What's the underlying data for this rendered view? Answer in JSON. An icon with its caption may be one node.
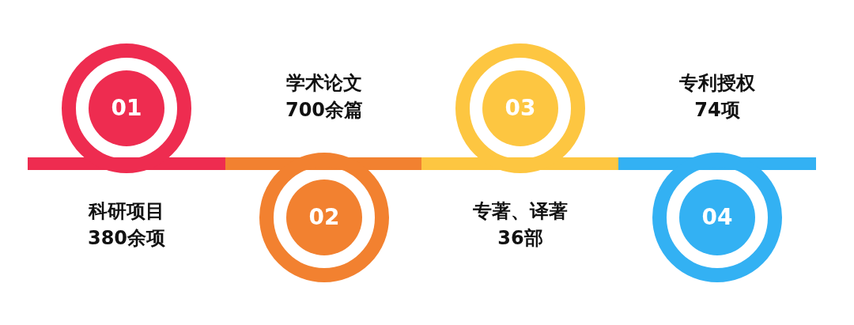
{
  "diagram": {
    "nodes": [
      {
        "text": [
          "01"
        ],
        "beside": [
          "科研项目",
          "380余项"
        ]
      },
      {
        "text": [
          "02"
        ],
        "beside": [
          "学术论文",
          "700余篇"
        ]
      },
      {
        "text": [
          "03"
        ],
        "beside": [
          "专著、译著",
          "36部"
        ]
      },
      {
        "text": [
          "04"
        ],
        "beside": [
          "专利授权",
          "74项"
        ]
      }
    ]
  }
}
